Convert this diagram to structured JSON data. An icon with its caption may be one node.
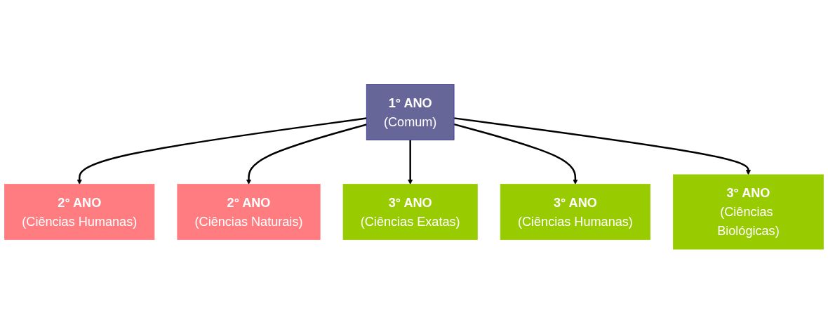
{
  "diagram": {
    "nodes": [
      {
        "text": [
          "1° ANO",
          "(Comum)"
        ]
      },
      {
        "text": [
          "2° ANO",
          "(Ciências Humanas)"
        ]
      },
      {
        "text": [
          "2° ANO",
          "(Ciências Naturais)"
        ]
      },
      {
        "text": [
          "3° ANO",
          "(Ciências Humanas)"
        ]
      },
      {
        "text": [
          "3° ANO",
          "(Ciências Exatas)"
        ]
      },
      {
        "text": [
          "3° ANO",
          "(Ciências Biológicas)"
        ]
      }
    ],
    "edges": [
      {
        "from": 0,
        "to": 1,
        "arrow": "to"
      },
      {
        "from": 0,
        "to": 2,
        "arrow": "to"
      },
      {
        "from": 0,
        "to": 4,
        "arrow": "to"
      },
      {
        "from": 0,
        "to": 3,
        "arrow": "to"
      },
      {
        "from": 0,
        "to": 5,
        "arrow": "to"
      }
    ]
  }
}
